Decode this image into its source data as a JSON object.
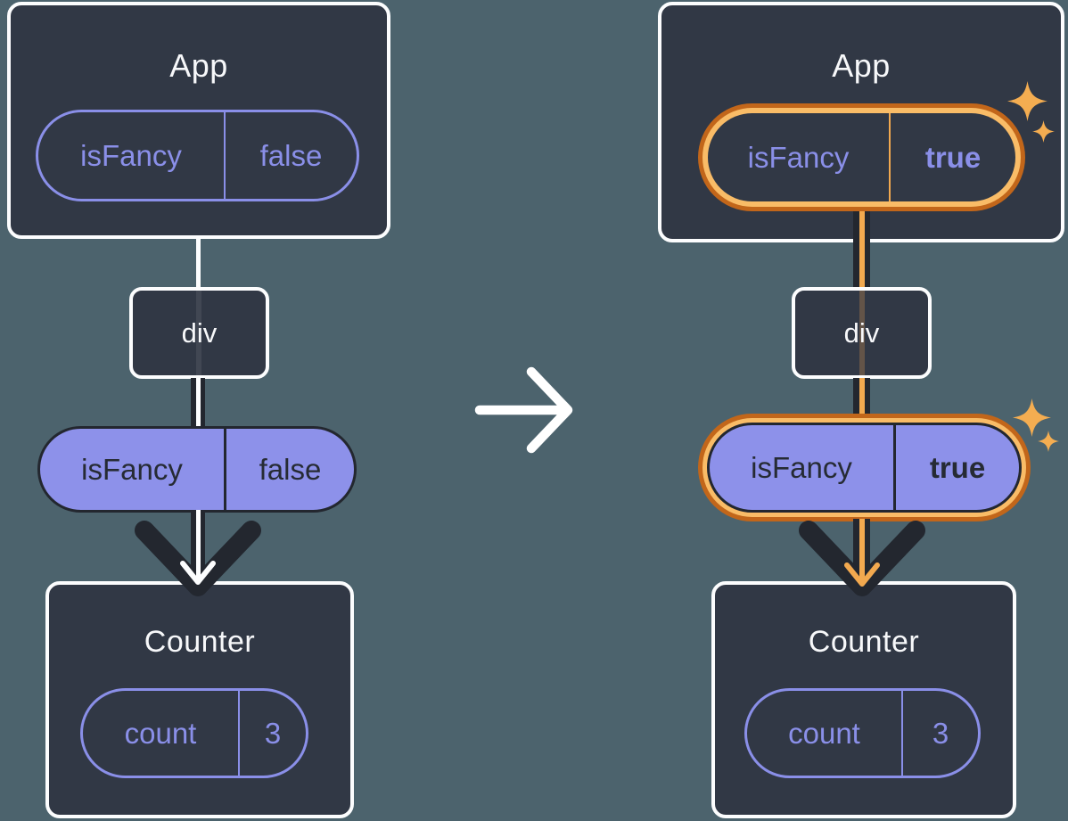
{
  "colors": {
    "background": "#4C636D",
    "card_fill": "#313845",
    "card_border": "#FCFDFE",
    "purple_accent": "#8A8FE8",
    "purple_pill_fill": "#8D91EA",
    "dark_stroke": "#23272F",
    "orange_ring_dark": "#C2661A",
    "orange_ring_light": "#F9BC67",
    "orange_line": "#F2A94F",
    "sparkle": "#F4AD51",
    "title_text": "#F7F8FA"
  },
  "before": {
    "app": {
      "title": "App",
      "state_pill": {
        "key": "isFancy",
        "value": "false"
      }
    },
    "div_node": {
      "label": "div"
    },
    "prop_pill": {
      "key": "isFancy",
      "value": "false"
    },
    "counter": {
      "title": "Counter",
      "state_pill": {
        "key": "count",
        "value": "3"
      }
    }
  },
  "after": {
    "app": {
      "title": "App",
      "state_pill": {
        "key": "isFancy",
        "value": "true"
      }
    },
    "div_node": {
      "label": "div"
    },
    "prop_pill": {
      "key": "isFancy",
      "value": "true"
    },
    "counter": {
      "title": "Counter",
      "state_pill": {
        "key": "count",
        "value": "3"
      }
    }
  },
  "transition": {
    "icon": "arrow-right-icon"
  },
  "icons": {
    "highlight": "sparkles-icon",
    "flow": "arrow-down-chevron-icon"
  }
}
